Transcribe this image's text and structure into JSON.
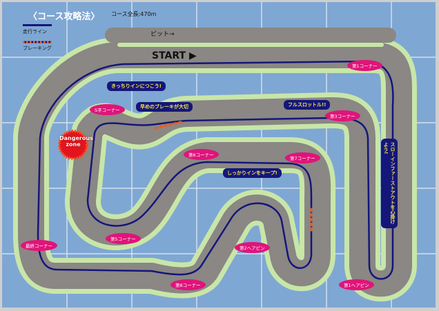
{
  "header": {
    "title": "〈コース攻略法〉",
    "course_length": "コース全長:470m"
  },
  "legend": [
    {
      "label": "走行ライン",
      "color": "#14167a"
    },
    {
      "label": "ブレーキング",
      "color": "#f05a14"
    }
  ],
  "track_labels": {
    "pit": "ピット→",
    "start": "START ▶"
  },
  "corners": [
    "第1コーナー",
    "第1ヘアピン",
    "第2ヘアピン",
    "第3コーナー",
    "S字コーナー",
    "第5コーナー",
    "第6コーナー",
    "第7コーナー",
    "第8コーナー",
    "最終コーナー"
  ],
  "callouts": {
    "keep_inside": "きっちりインにつこう!",
    "early_brake": "早めのブレーキが大切",
    "full_throttle": "フルスロットル!!",
    "hold_inside": "しっかりインをキープ!",
    "slow_in": "スローインファーストアウトを心掛けよう!"
  },
  "danger": {
    "line1": "Dangerous",
    "line2": "zone"
  },
  "colors": {
    "water": "#7fa7d3",
    "verge": "#c8e6a8",
    "asphalt": "#8a8784",
    "line": "#14167a",
    "brake": "#f05a14",
    "corner": "#e0147a"
  }
}
